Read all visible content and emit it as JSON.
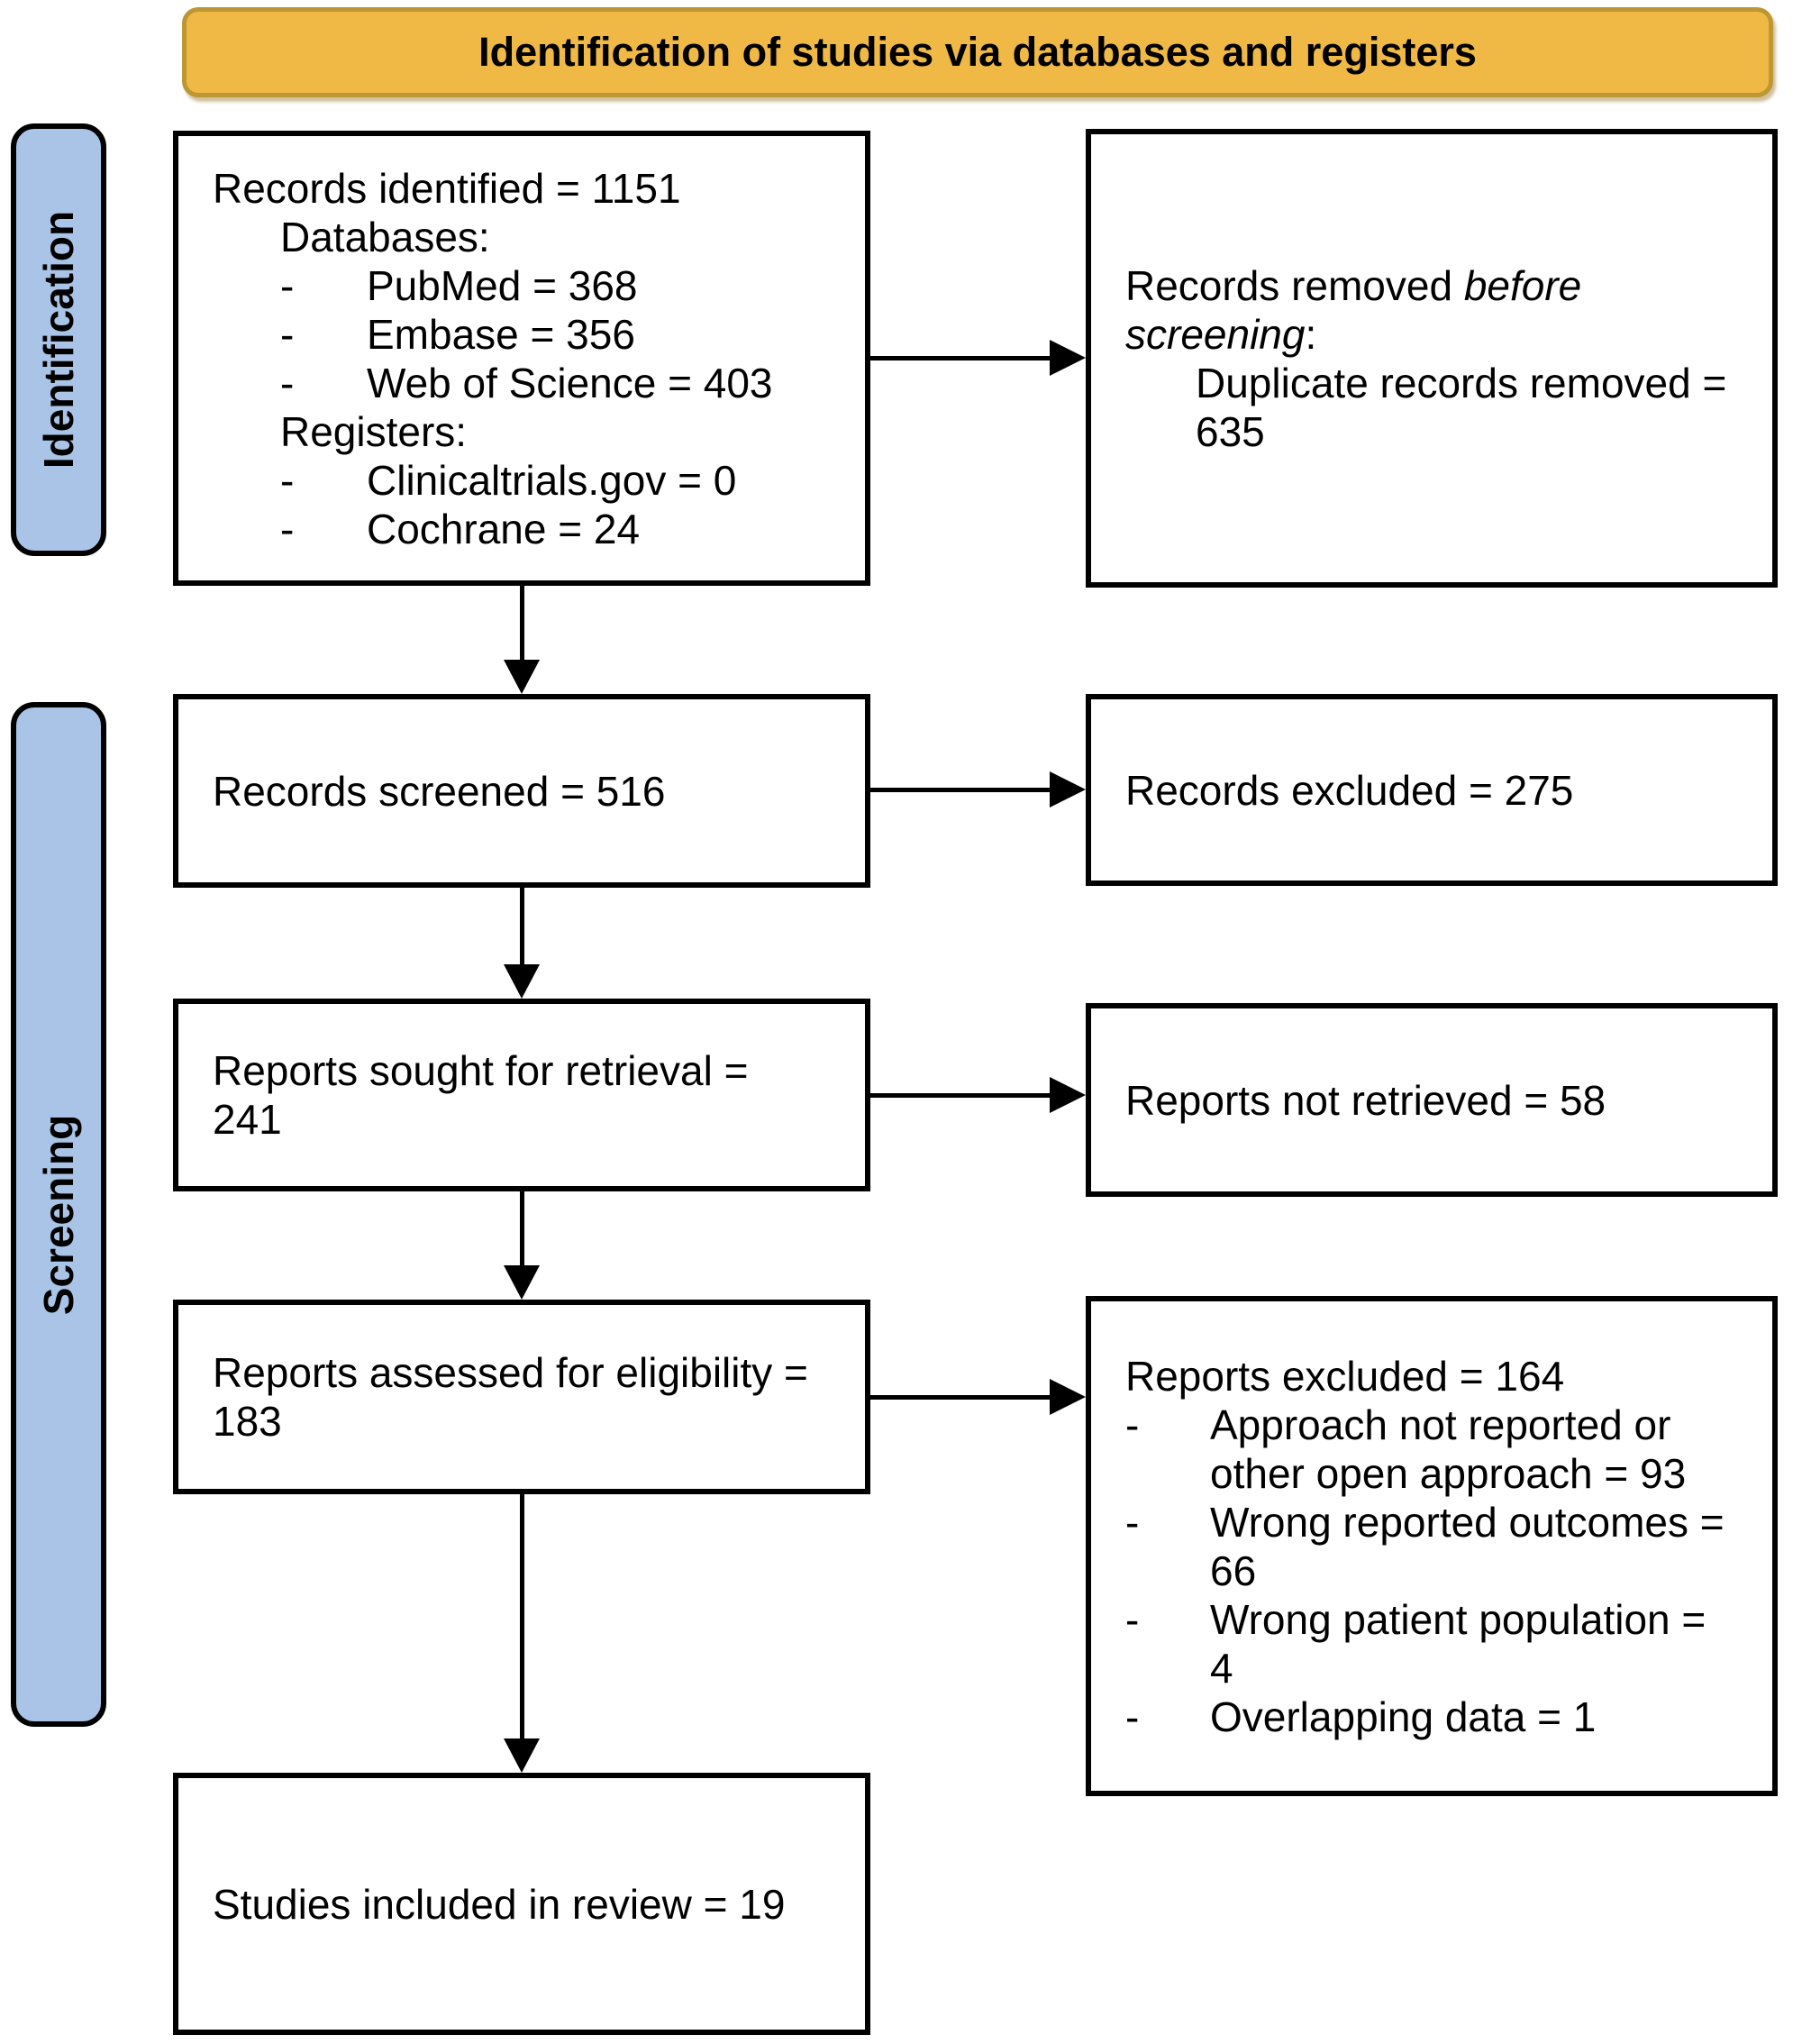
{
  "header": {
    "title": "Identification of studies via databases and registers"
  },
  "stages": {
    "identification": "Identification",
    "screening": "Screening"
  },
  "bullet": "-",
  "left": {
    "identified": {
      "title": "Records identified = 1151",
      "databases_label": "Databases:",
      "databases": [
        "PubMed = 368",
        "Embase = 356",
        "Web of Science = 403"
      ],
      "registers_label": "Registers:",
      "registers": [
        "Clinicaltrials.gov = 0",
        "Cochrane = 24"
      ]
    },
    "screened": {
      "title": "Records screened = 516"
    },
    "sought": {
      "lines": [
        "Reports sought for retrieval =",
        "241"
      ]
    },
    "assessed": {
      "lines": [
        "Reports assessed for eligibility =",
        "183"
      ]
    },
    "included": {
      "title": "Studies included in review = 19"
    }
  },
  "right": {
    "removed": {
      "normal1": "Records removed ",
      "italic1": "before",
      "italic2": "screening",
      "colon": ":",
      "sub_lines": [
        "Duplicate records removed =",
        "635"
      ]
    },
    "excluded_records": {
      "title": "Records excluded = 275"
    },
    "not_retrieved": {
      "title": "Reports not retrieved = 58"
    },
    "excluded_reports": {
      "title": "Reports excluded = 164",
      "reasons": [
        {
          "lines": [
            "Approach not reported or",
            "other open approach = 93"
          ]
        },
        {
          "lines": [
            "Wrong reported outcomes =",
            "66"
          ]
        },
        {
          "lines": [
            "Wrong patient population =",
            "4"
          ]
        },
        {
          "lines": [
            "Overlapping data = 1"
          ]
        }
      ]
    }
  },
  "colors": {
    "header_fill": "#F0B945",
    "header_border": "#BD9733",
    "stage_fill": "#A9C4E6",
    "box_border": "#000000"
  }
}
